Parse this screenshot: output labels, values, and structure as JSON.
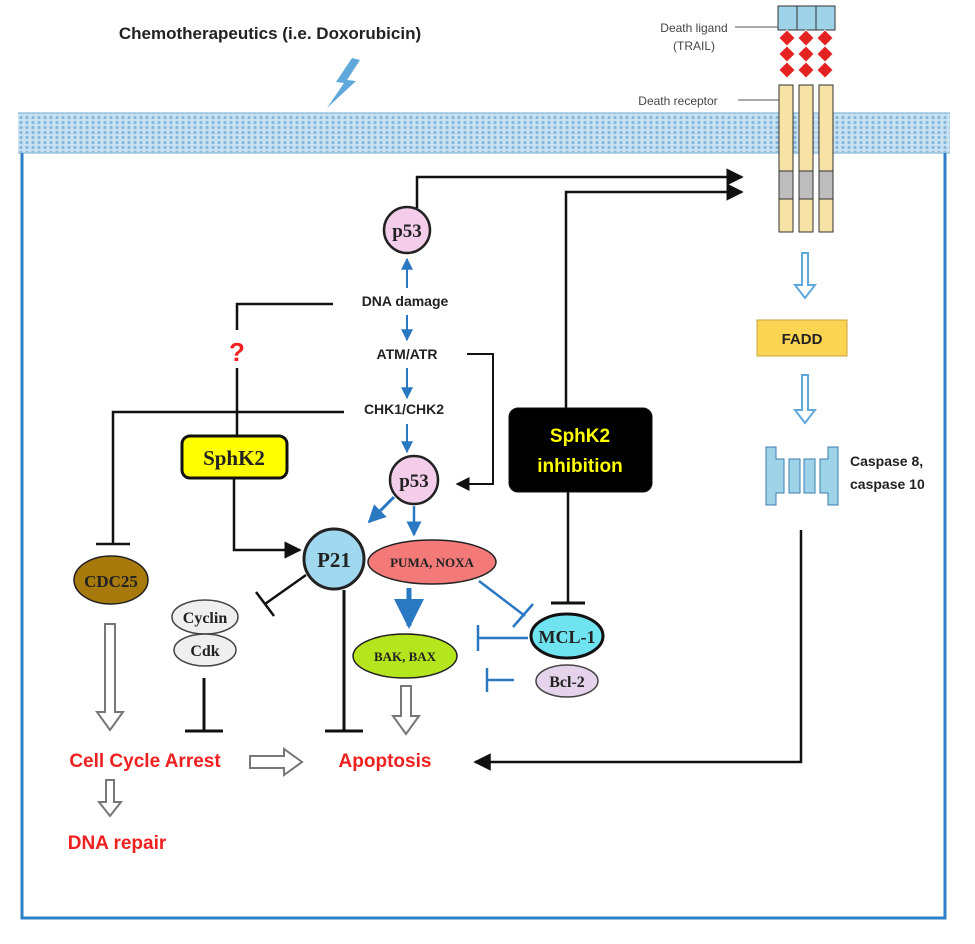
{
  "title": "Chemotherapeutics (i.e. Doxorubicin)",
  "death_ligand": "Death ligand",
  "trail": "(TRAIL)",
  "death_receptor": "Death receptor",
  "nodes": {
    "p53_top": "p53",
    "dna_damage": "DNA damage",
    "atm_atr": "ATM/ATR",
    "chk": "CHK1/CHK2",
    "p53_mid": "p53",
    "question": "?",
    "sphk2": "SphK2",
    "sphk2_inhibition_line1": "SphK2",
    "sphk2_inhibition_line2": "inhibition",
    "fadd": "FADD",
    "caspase_line1": "Caspase 8,",
    "caspase_line2": "caspase 10",
    "cdc25": "CDC25",
    "p21": "P21",
    "puma_noxa": "PUMA, NOXA",
    "cyclin": "Cyclin",
    "cdk": "Cdk",
    "bak_bax": "BAK, BAX",
    "mcl1": "MCL-1",
    "bcl2": "Bcl-2",
    "cell_cycle_arrest": "Cell Cycle Arrest",
    "apoptosis": "Apoptosis",
    "dna_repair": "DNA repair"
  },
  "colors": {
    "membrane": "#a9cde6",
    "cell_border": "#2e7fc9",
    "pathway_blue": "#2a78c2",
    "outcome_red": "#ee2020",
    "p53_fill": "#f3cdea",
    "sphk2_fill": "#ffff00",
    "fadd_fill": "#fcd453",
    "caspase_fill": "#9fd3ea",
    "cdc25_fill": "#a87a0b",
    "p21_fill": "#9fd8ef",
    "puma_fill": "#f47a7a",
    "bak_fill": "#b5e61d",
    "mcl1_fill": "#6fe3ef",
    "bcl2_fill": "#e4d3ea",
    "receptor_fill": "#f7e3a6",
    "ligand_diamond": "#e52222"
  }
}
